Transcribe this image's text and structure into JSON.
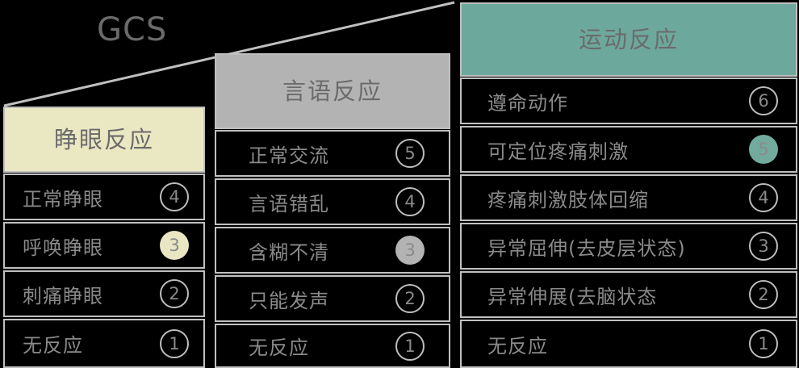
{
  "title": "GCS",
  "colors": {
    "eye_accent": "#EAE8C3",
    "verbal_accent": "#B3B3B3",
    "motor_accent": "#6DA89C",
    "background": "#000000",
    "border": "#C0C0C0",
    "text": "#8A8A8A"
  },
  "columns": [
    {
      "key": "eye",
      "header": "睁眼反应",
      "header_style": "cream",
      "rows": [
        {
          "label": "正常睁眼",
          "score": "4",
          "highlighted": false
        },
        {
          "label": "呼唤睁眼",
          "score": "3",
          "highlighted": true
        },
        {
          "label": "刺痛睁眼",
          "score": "2",
          "highlighted": false
        },
        {
          "label": "无反应",
          "score": "1",
          "highlighted": false
        }
      ]
    },
    {
      "key": "verbal",
      "header": "言语反应",
      "header_style": "gray",
      "rows": [
        {
          "label": "正常交流",
          "score": "5",
          "highlighted": false
        },
        {
          "label": "言语错乱",
          "score": "4",
          "highlighted": false
        },
        {
          "label": "含糊不清",
          "score": "3",
          "highlighted": true
        },
        {
          "label": "只能发声",
          "score": "2",
          "highlighted": false
        },
        {
          "label": "无反应",
          "score": "1",
          "highlighted": false
        }
      ]
    },
    {
      "key": "motor",
      "header": "运动反应",
      "header_style": "teal",
      "rows": [
        {
          "label": "遵命动作",
          "score": "6",
          "highlighted": false
        },
        {
          "label": "可定位疼痛刺激",
          "score": "5",
          "highlighted": true
        },
        {
          "label": "疼痛刺激肢体回缩",
          "score": "4",
          "highlighted": false
        },
        {
          "label": "异常屈伸(去皮层状态)",
          "score": "3",
          "highlighted": false
        },
        {
          "label": "异常伸展(去脑状态",
          "score": "2",
          "highlighted": false
        },
        {
          "label": "无反应",
          "score": "1",
          "highlighted": false
        }
      ]
    }
  ]
}
